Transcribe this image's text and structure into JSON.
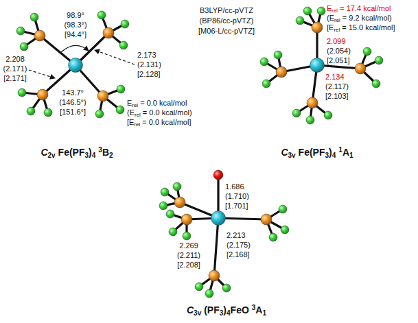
{
  "diagram": {
    "labels": [
      "B3LYP/cc-pVTZ",
      "(BP86/cc-pVTZ)",
      "[M06-L/cc-pVTZ]",
      "98.9°",
      "(98.3°)",
      "[94.4°]",
      "2.208",
      "(2.171)",
      "[2.171]",
      "2.173",
      "(2.131)",
      "[2.128]",
      "143.7°",
      "(146.5°)",
      "[151.6°]",
      "Erel = 0.0 kcal/mol",
      "(Erel = 0.0 kcal/mol)",
      "[Erel = 0.0 kcal/mol]",
      "C2v Fe(PF3)4 3B2",
      "Erel = 17.4 kcal/mol",
      "(Erel = 9.2 kcal/mol)",
      "[Erel = 15.0 kcal/mol]",
      "2.099",
      "(2.054)",
      "[2.051]",
      "2.134",
      "(2.117)",
      "[2.103]",
      "C3v Fe(PF3)4 1A1",
      "1.686",
      "(1.710)",
      "[1.701]",
      "2.269",
      "(2.211)",
      "[2.208]",
      "2.213",
      "(2.175)",
      "[2.168]",
      "C3v (PF3)4FeO 3A1"
    ]
  }
}
